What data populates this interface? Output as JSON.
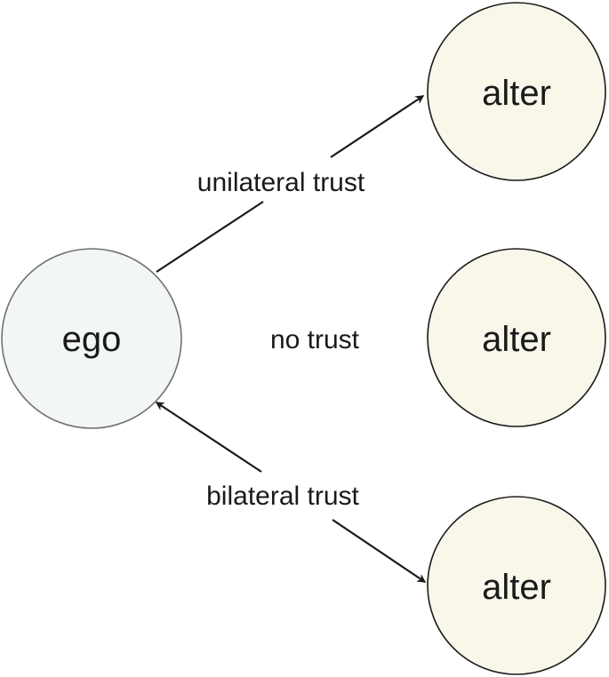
{
  "nodes": {
    "ego": {
      "label": "ego",
      "fill": "#f3f6f6",
      "stroke": "#707070"
    },
    "alters": [
      {
        "label": "alter",
        "fill": "#f8f7ea",
        "stroke": "#1a1a1a"
      },
      {
        "label": "alter",
        "fill": "#f8f7ea",
        "stroke": "#1a1a1a"
      },
      {
        "label": "alter",
        "fill": "#f8f7ea",
        "stroke": "#1a1a1a"
      }
    ]
  },
  "edges": [
    {
      "label": "unilateral trust",
      "direction": "ego-to-alter"
    },
    {
      "label": "no trust",
      "direction": "none"
    },
    {
      "label": "bilateral trust",
      "direction": "both"
    }
  ]
}
